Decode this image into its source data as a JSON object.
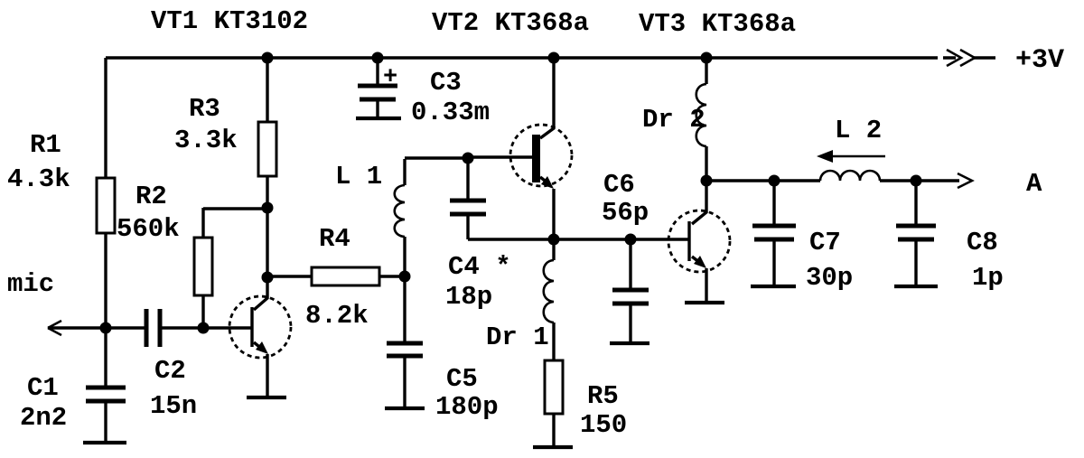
{
  "transistors": {
    "vt1": {
      "title": "VT1 KT3102"
    },
    "vt2": {
      "title": "VT2 KT368a"
    },
    "vt3": {
      "title": "VT3 KT368a"
    }
  },
  "power": {
    "rail_label": "+3V"
  },
  "ports": {
    "mic": "mic",
    "output": "A"
  },
  "components": {
    "r1": {
      "ref": "R1",
      "value": "4.3k"
    },
    "r2": {
      "ref": "R2",
      "value": "560k"
    },
    "r3": {
      "ref": "R3",
      "value": "3.3k"
    },
    "r4": {
      "ref": "R4",
      "value": "8.2k"
    },
    "r5": {
      "ref": "R5",
      "value": "150"
    },
    "c1": {
      "ref": "C1",
      "value": "2n2"
    },
    "c2": {
      "ref": "C2",
      "value": "15n"
    },
    "c3": {
      "ref": "C3",
      "value": "0.33m",
      "polarity": "+"
    },
    "c4": {
      "ref": "C4 *",
      "value": "18p"
    },
    "c5": {
      "ref": "C5",
      "value": "180p"
    },
    "c6": {
      "ref": "C6",
      "value": "56p"
    },
    "c7": {
      "ref": "C7",
      "value": "30p"
    },
    "c8": {
      "ref": "C8",
      "value": "1p"
    },
    "l1": {
      "ref": "L 1"
    },
    "l2": {
      "ref": "L 2"
    },
    "dr1": {
      "ref": "Dr 1"
    },
    "dr2": {
      "ref": "Dr 2"
    }
  },
  "colors": {
    "ink": "#000000",
    "background": "#ffffff"
  }
}
